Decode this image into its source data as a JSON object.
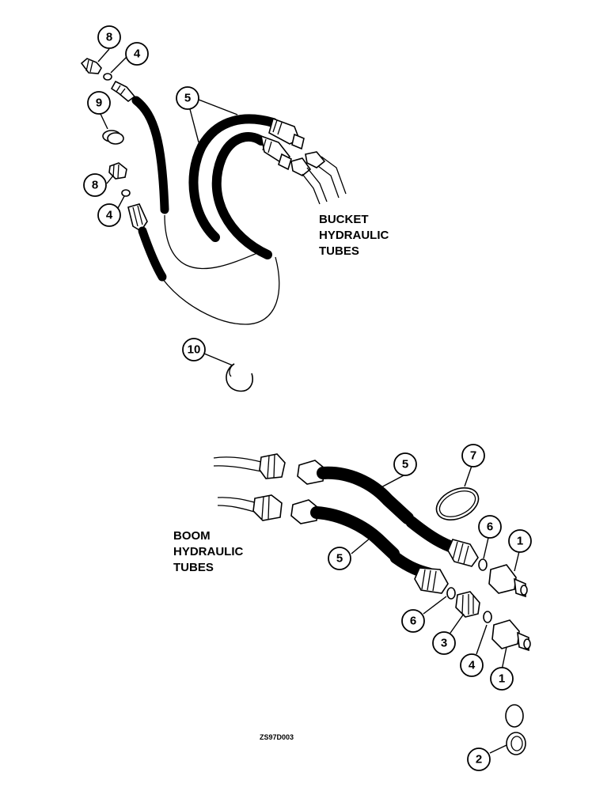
{
  "labels": {
    "bucket": [
      "BUCKET",
      "HYDRAULIC",
      "TUBES"
    ],
    "boom": [
      "BOOM",
      "HYDRAULIC",
      "TUBES"
    ],
    "drawing_code": "ZS97D003"
  },
  "callouts": {
    "c8a": "8",
    "c4a": "4",
    "c9": "9",
    "c8b": "8",
    "c4b": "4",
    "c5a": "5",
    "c10": "10",
    "c7": "7",
    "c5b": "5",
    "c5c": "5",
    "c6a": "6",
    "c1a": "1",
    "c6b": "6",
    "c3": "3",
    "c4c": "4",
    "c1b": "1",
    "c2": "2"
  }
}
